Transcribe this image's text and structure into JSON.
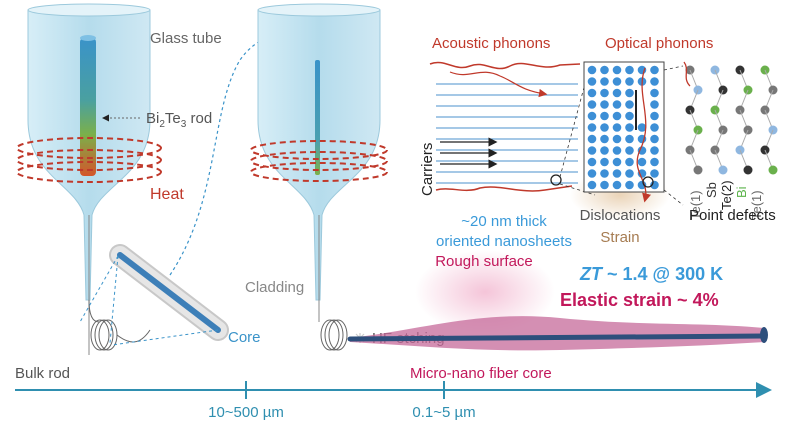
{
  "labels": {
    "glass_tube": "Glass tube",
    "rod_prefix": "Bi",
    "rod_sub1": "2",
    "rod_mid": "Te",
    "rod_sub2": "3",
    "rod_suffix": " rod",
    "heat": "Heat",
    "cladding": "Cladding",
    "core": "Core",
    "hf_etching": "HF etching",
    "acoustic_phonons": "Acoustic phonons",
    "optical_phonons": "Optical phonons",
    "carriers": "Carriers",
    "nanosheets_line1": "~20 nm thick",
    "nanosheets_line2": "oriented nanosheets",
    "rough_surface": "Rough surface",
    "dislocations": "Dislocations",
    "strain": "Strain",
    "point_defects": "Point defects",
    "zt_italic": "ZT",
    "zt_rest": " ~ 1.4 @ 300 K",
    "elastic_strain": "Elastic strain ~ 4%",
    "atom_te1_left": "Te(1)",
    "atom_sb": "Sb",
    "atom_te2": "Te(2)",
    "atom_bi": "Bi",
    "atom_te1_right": "Te(1)"
  },
  "axis": {
    "start_label": "Bulk rod",
    "mid_label": "Micro-nano fiber core",
    "tick1_label": "10~500 µm",
    "tick2_label": "0.1~5 µm"
  },
  "colors": {
    "red": "#c0392b",
    "blue_text": "#3a9ad9",
    "axis": "#2f8fb0",
    "magenta": "#c2185b",
    "tan": "#a67c52",
    "atom_blue": "#3d8fd6",
    "gray_text": "#666666"
  }
}
